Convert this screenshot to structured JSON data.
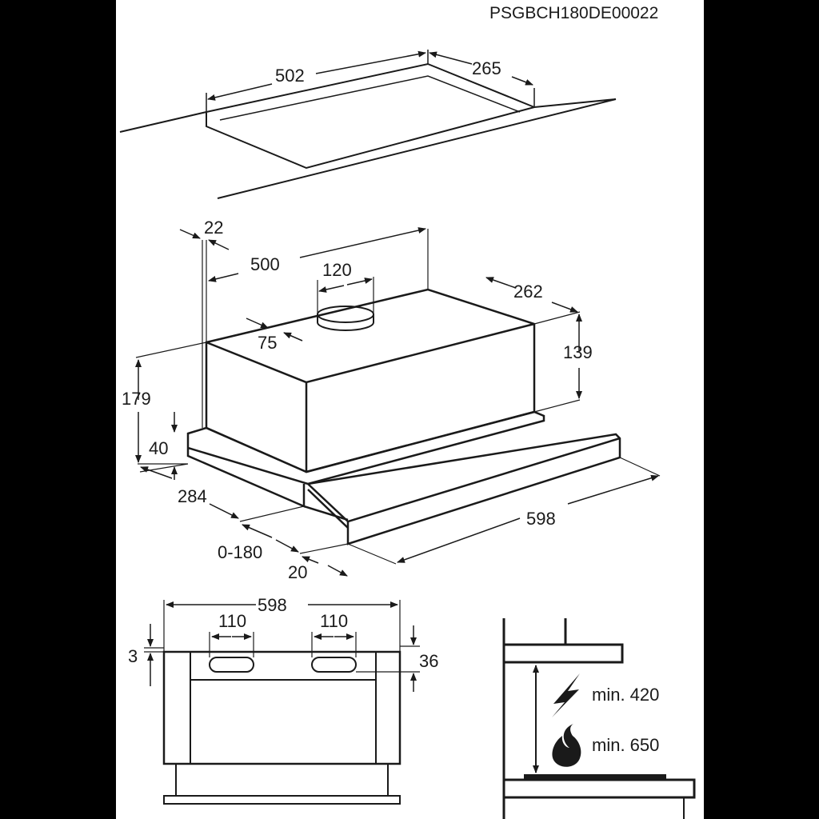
{
  "drawing_code": "PSGBCH180DE00022",
  "cutout": {
    "width": "502",
    "depth": "265"
  },
  "hood": {
    "wall_gap": "22",
    "width": "500",
    "outlet_diameter": "120",
    "outlet_offset": "75",
    "depth": "262",
    "body_height": "139",
    "total_height": "179",
    "rail_height": "40",
    "body_depth": "284",
    "visor_extension": "0-180",
    "visor_depth": "20",
    "visor_width": "598"
  },
  "front_view": {
    "width": "598",
    "slot_left": "110",
    "slot_right": "110",
    "top_gap": "3",
    "slot_height": "36"
  },
  "clearance": {
    "electric": "min. 420",
    "gas": "min. 650"
  },
  "colors": {
    "ink": "#1a1a1a",
    "paper": "#ffffff",
    "frame": "#000000"
  }
}
